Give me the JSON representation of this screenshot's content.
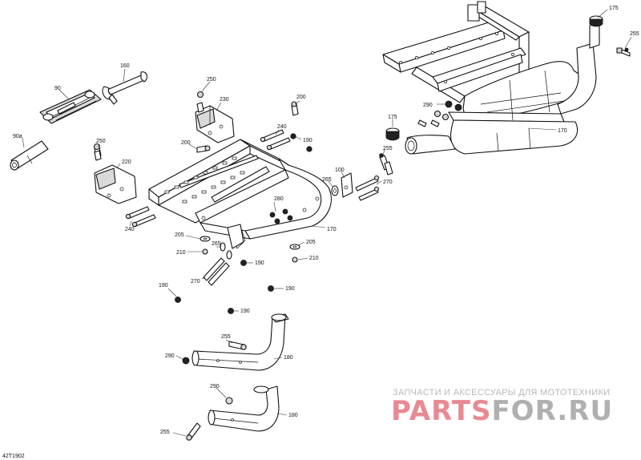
{
  "callouts": [
    {
      "id": "c175a",
      "text": "175"
    },
    {
      "id": "c255a",
      "text": "255"
    },
    {
      "id": "c290a",
      "text": "290"
    },
    {
      "id": "c170a",
      "text": "170"
    },
    {
      "id": "c175b",
      "text": "175"
    },
    {
      "id": "c255b",
      "text": "255"
    },
    {
      "id": "c100",
      "text": "100"
    },
    {
      "id": "c265a",
      "text": "265"
    },
    {
      "id": "c270a",
      "text": "270"
    },
    {
      "id": "c160",
      "text": "160"
    },
    {
      "id": "c90",
      "text": "90"
    },
    {
      "id": "c90a",
      "text": "90a"
    },
    {
      "id": "c250a",
      "text": "250"
    },
    {
      "id": "c230",
      "text": "230"
    },
    {
      "id": "c200a",
      "text": "200"
    },
    {
      "id": "c240a",
      "text": "240"
    },
    {
      "id": "c190a",
      "text": "190"
    },
    {
      "id": "c200b",
      "text": "200"
    },
    {
      "id": "c250b",
      "text": "250"
    },
    {
      "id": "c220",
      "text": "220"
    },
    {
      "id": "c240b",
      "text": "240"
    },
    {
      "id": "c280",
      "text": "280"
    },
    {
      "id": "c170b",
      "text": "170"
    },
    {
      "id": "c205a",
      "text": "205"
    },
    {
      "id": "c210a",
      "text": "210"
    },
    {
      "id": "c265b",
      "text": "265"
    },
    {
      "id": "c190b",
      "text": "190"
    },
    {
      "id": "c270b",
      "text": "270"
    },
    {
      "id": "c205b",
      "text": "205"
    },
    {
      "id": "c210b",
      "text": "210"
    },
    {
      "id": "c190c",
      "text": "190"
    },
    {
      "id": "c190d",
      "text": "190"
    },
    {
      "id": "c190e",
      "text": "190"
    },
    {
      "id": "c255c",
      "text": "255"
    },
    {
      "id": "c290b",
      "text": "290"
    },
    {
      "id": "c180a",
      "text": "180"
    },
    {
      "id": "c290c",
      "text": "290"
    },
    {
      "id": "c180b",
      "text": "180"
    },
    {
      "id": "c255d",
      "text": "255"
    }
  ],
  "watermark": {
    "tagline": "ЗАПЧАСТИ И АКСЕССУАРЫ ДЛЯ МОТОТЕХНИКИ",
    "logo_part1": "PARTS",
    "logo_part2": "FOR.RU",
    "color_primary": "#e88a92",
    "color_secondary": "#b0b0b0"
  },
  "drawing_number": "42T1902"
}
